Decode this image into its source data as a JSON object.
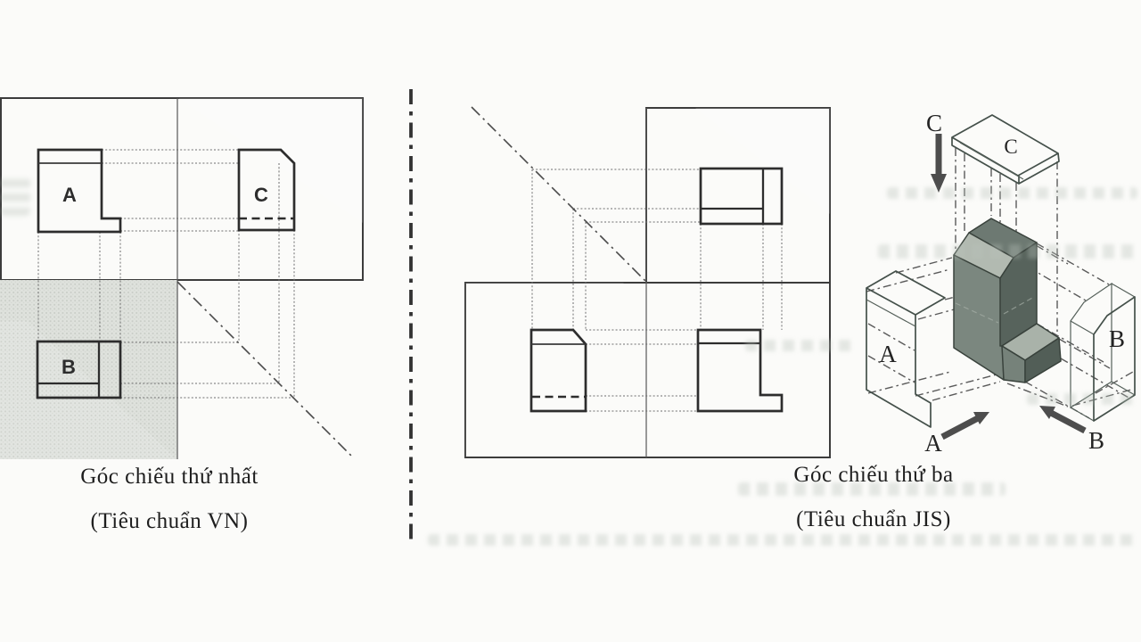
{
  "left_diagram": {
    "caption_line1": "Góc chiếu thứ nhất",
    "caption_line2": "(Tiêu chuẩn VN)",
    "label_front": "A",
    "label_bottom": "B",
    "label_side": "C"
  },
  "right_diagram": {
    "caption_line1": "Góc chiếu thứ ba",
    "caption_line2": "(Tiêu chuẩn JIS)"
  },
  "isometric": {
    "plane_front_label": "A",
    "plane_side_label": "B",
    "plate_face_label": "C",
    "arrow_front_label": "A",
    "arrow_side_label": "B",
    "arrow_top_label": "C"
  },
  "colors": {
    "paper": "#fbfbf9",
    "shade_base": "#dfe2dd",
    "shade_dot": "#c9cdc7",
    "view_fill": "#e8eae5",
    "line_dark": "#2d2d2d",
    "object_top": "#6d7972",
    "object_front_left": "#7b877f",
    "object_front_right": "#57635c",
    "object_chamfer": "#b2bab1",
    "object_foot_top": "#a9b2a9"
  }
}
